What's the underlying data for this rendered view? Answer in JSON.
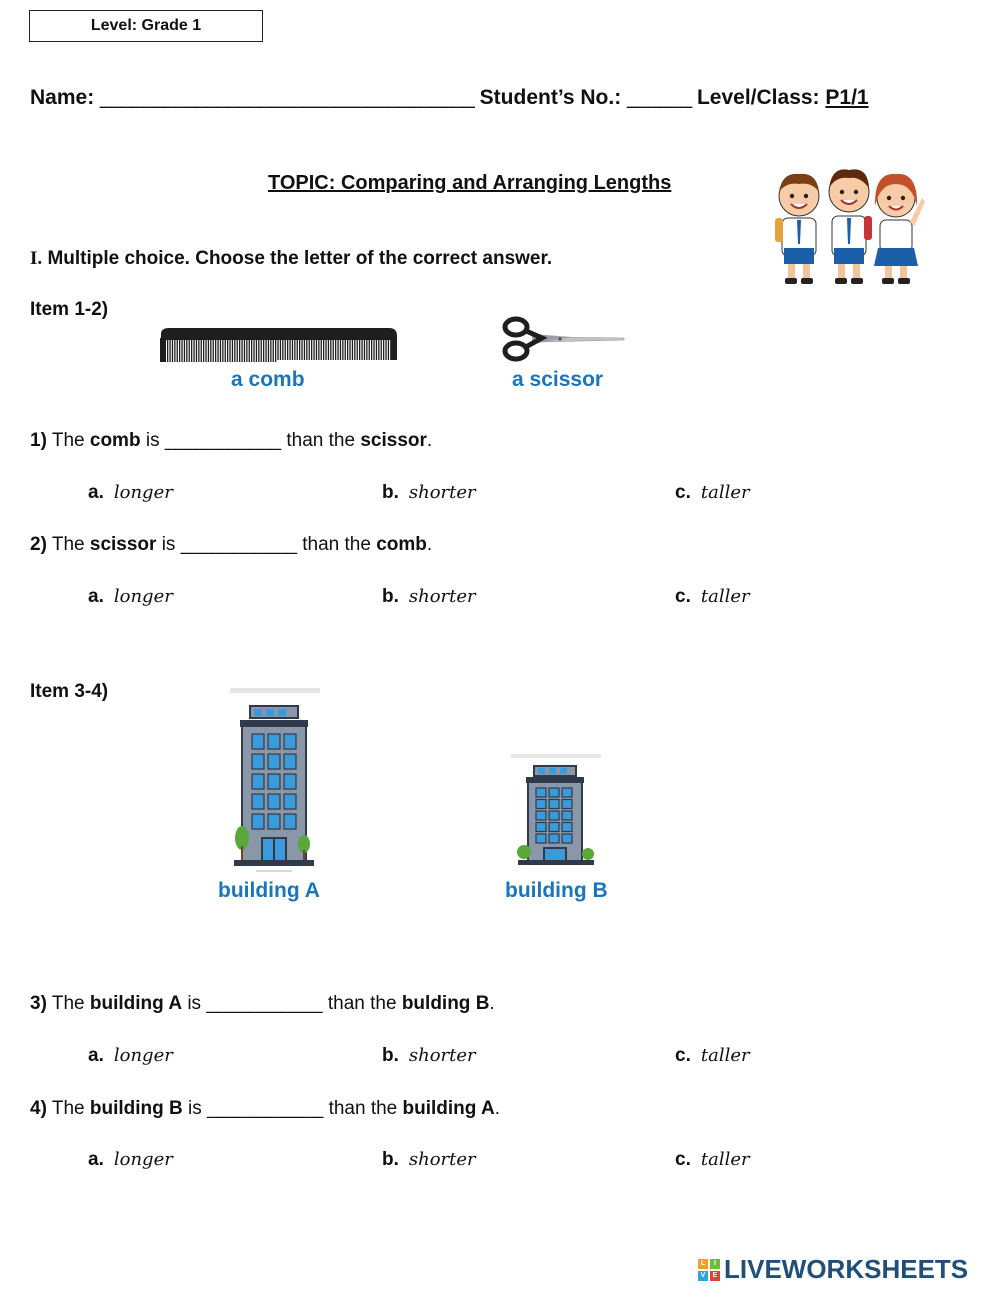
{
  "header": {
    "level_label": "Level: Grade 1",
    "name_label": "Name:",
    "name_blank": "___________________________________",
    "student_no_label": "Student’s No.:",
    "student_no_blank": "______",
    "class_label": "Level/Class:",
    "class_value": "P1/1"
  },
  "topic": "TOPIC: Comparing and Arranging Lengths",
  "section": {
    "numeral": "I.",
    "instruction": "Multiple choice. Choose the letter of the correct answer."
  },
  "items_1_2": {
    "label": "Item 1-2)",
    "caption_a": "a comb",
    "caption_b": "a scissor"
  },
  "items_3_4": {
    "label": "Item 3-4)",
    "caption_a": "building A",
    "caption_b": "building B"
  },
  "questions": [
    {
      "num": "1)",
      "p1": "The",
      "s1": "comb",
      "p2": "is",
      "blank": "___________",
      "p3": "than the",
      "s2": "scissor",
      "end": "."
    },
    {
      "num": "2)",
      "p1": "The",
      "s1": "scissor",
      "p2": "is",
      "blank": "___________",
      "p3": "than the",
      "s2": "comb",
      "end": "."
    },
    {
      "num": "3)",
      "p1": "The",
      "s1": "building A",
      "p2": "is",
      "blank": "___________",
      "p3": "than the",
      "s2": "bulding B",
      "end": "."
    },
    {
      "num": "4)",
      "p1": "The",
      "s1": "building B",
      "p2": "is",
      "blank": "___________",
      "p3": "than the",
      "s2": "building A",
      "end": "."
    }
  ],
  "options": [
    {
      "letter": "a.",
      "word": "longer"
    },
    {
      "letter": "b.",
      "word": "shorter"
    },
    {
      "letter": "c.",
      "word": "taller"
    }
  ],
  "brand": "LIVEWORKSHEETS",
  "brand_letters": [
    "L",
    "I",
    "V",
    "E"
  ],
  "colors": {
    "caption_blue": "#1a76bc",
    "brand_blue": "#1f4f7a",
    "building_gray": "#8a97a8",
    "window_blue": "#3b9ad9",
    "tree_green": "#5aa83a"
  }
}
